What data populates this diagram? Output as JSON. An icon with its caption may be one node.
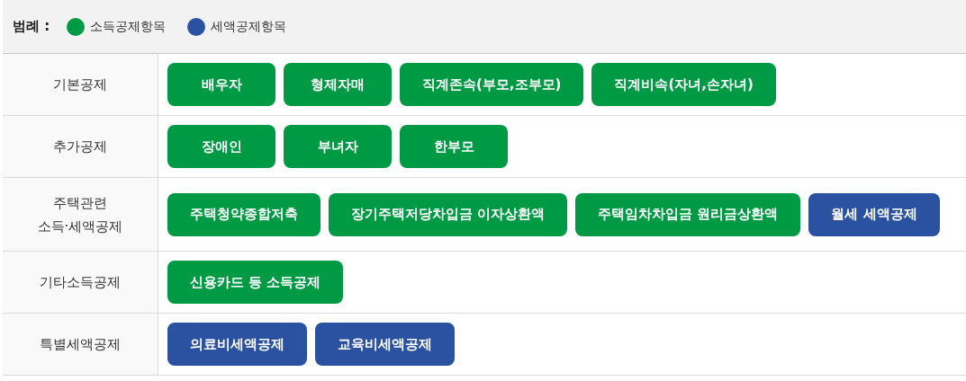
{
  "diagram": {
    "nodes": [
      {
        "text": [
          "기본공제"
        ]
      },
      {
        "text": [
          "배우자"
        ]
      },
      {
        "text": [
          "형제자매"
        ]
      },
      {
        "text": [
          "직계존속(부모,조부모)"
        ]
      },
      {
        "text": [
          "직계비속(자녀,손자녀)"
        ]
      },
      {
        "text": [
          "추가공제"
        ]
      },
      {
        "text": [
          "장애인"
        ]
      },
      {
        "text": [
          "부녀자"
        ]
      },
      {
        "text": [
          "한부모"
        ]
      },
      {
        "text": [
          "주택관련 소득·세액공제"
        ]
      },
      {
        "text": [
          "주택청약종합저축"
        ]
      },
      {
        "text": [
          "장기주택저당차입금 이자상환액"
        ]
      },
      {
        "text": [
          "주택임차차입금 원리금상환액"
        ]
      },
      {
        "text": [
          "월세 세액공제"
        ]
      },
      {
        "text": [
          "기타소득공제"
        ]
      },
      {
        "text": [
          "신용카드 등 소득공제"
        ]
      },
      {
        "text": [
          "특별세액공제"
        ]
      },
      {
        "text": [
          "의료비세액공제"
        ]
      },
      {
        "text": [
          "교육비세액공제"
        ]
      }
    ],
    "labels": [
      "범례 :"
    ],
    "legend": [
      {
        "text": "소득공제항목",
        "color": "#009a44"
      },
      {
        "text": "세액공제항목",
        "color": "#2b52a1"
      }
    ]
  }
}
